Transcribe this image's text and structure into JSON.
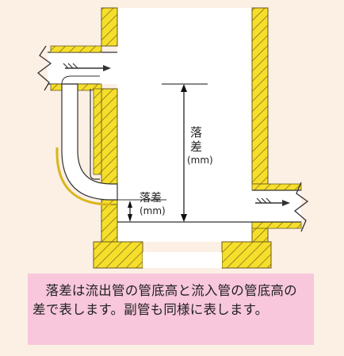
{
  "labels": {
    "main_drop_line1": "落",
    "main_drop_line2": "差",
    "main_drop_unit": "(mm)",
    "small_drop": "落差",
    "small_drop_unit": "(mm)"
  },
  "caption": "落差は流出管の管底高と流入管の管底高の差で表します。副管も同様に表します。",
  "colors": {
    "background": "#fcefe4",
    "wall_fill": "#f5df2a",
    "wall_stroke": "#6b5a1e",
    "caption_background": "#f8c7dc",
    "dimension_line": "#111111"
  },
  "icons": {
    "flow_arrow": "flow-direction-arrow",
    "pipe_break": "zigzag-break-line"
  }
}
